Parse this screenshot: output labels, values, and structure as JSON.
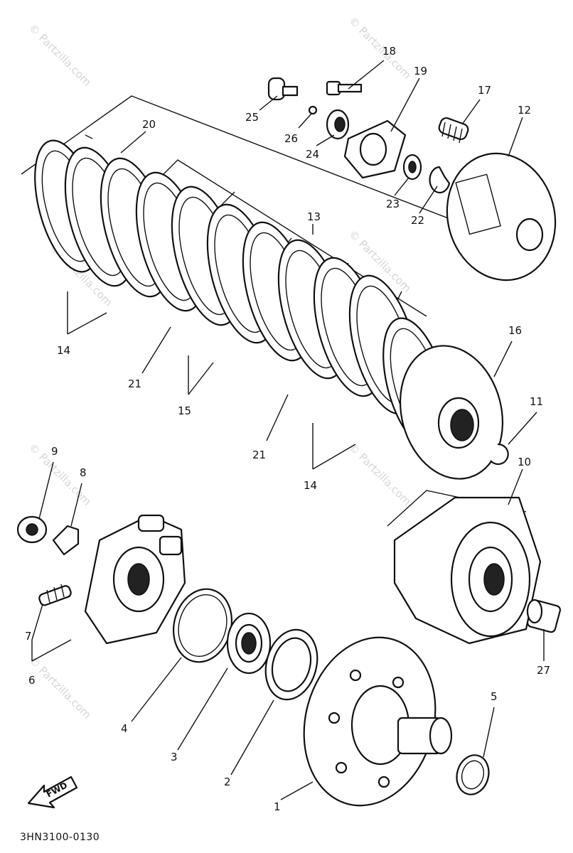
{
  "diagram": {
    "drawing_code": "3HN3100-0130",
    "direction_arrow_label": "FWD",
    "watermark_text": "© Partzilla.com",
    "callouts": [
      "1",
      "2",
      "3",
      "4",
      "5",
      "6",
      "7",
      "8",
      "9",
      "10",
      "11",
      "12",
      "13",
      "14",
      "15",
      "16",
      "17",
      "18",
      "19",
      "20",
      "21",
      "22",
      "23",
      "24",
      "25",
      "26",
      "27"
    ]
  }
}
